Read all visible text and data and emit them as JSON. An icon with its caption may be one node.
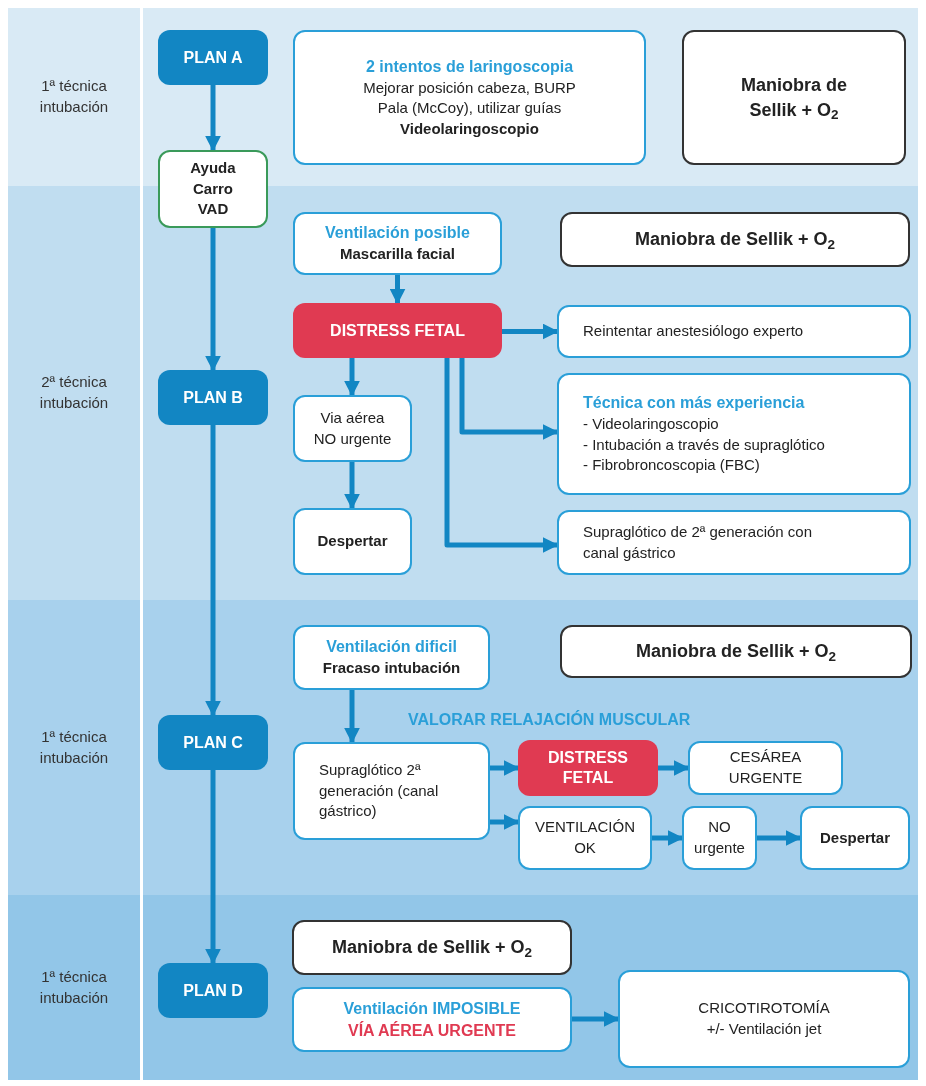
{
  "diagram": {
    "nodes": [
      {
        "text": [
          "1ª técnica intubación"
        ]
      },
      {
        "text": [
          "PLAN A"
        ],
        "in": 0
      },
      {
        "text": [
          "2 intentos de laringoscopia",
          "Mejorar posición cabeza, BURP",
          "Pala (McCoy), utilizar guías",
          "Videolaringoscopio"
        ],
        "in": 0
      },
      {
        "text": [
          "Maniobra de Sellik + O$_{2}$"
        ],
        "in": 0
      },
      {
        "text": [
          "2ª técnica intubación"
        ]
      },
      {
        "text": [
          "Ayuda Carro VAD"
        ]
      },
      {
        "text": [
          "Ventilación posible",
          "Mascarilla facial"
        ],
        "in": 4
      },
      {
        "text": [
          "Maniobra de Sellik + O$_{2}$"
        ],
        "in": 4
      },
      {
        "text": [
          "DISTRESS FETAL"
        ],
        "in": 4
      },
      {
        "text": [
          "PLAN B"
        ],
        "in": 4
      },
      {
        "text": [
          "Reintentar anestesiólogo experto"
        ],
        "in": 4
      },
      {
        "text": [
          "Técnica con más experiencia",
          "- Videolaringoscopio",
          "- Intubación a través de supraglótico",
          "- Fibrobroncoscopia (FBC)"
        ],
        "in": 4
      },
      {
        "text": [
          "Via aérea NO urgente"
        ],
        "in": 4
      },
      {
        "text": [
          "Despertar"
        ],
        "in": 4
      },
      {
        "text": [
          "Supraglótico de 2ª generación con canal gástrico"
        ],
        "in": 4
      },
      {
        "text": [
          "1ª técnica intubación"
        ]
      },
      {
        "text": [
          "Ventilación dificil",
          "Fracaso intubación"
        ],
        "in": 15
      },
      {
        "text": [
          "Maniobra de Sellik + O$_{2}$"
        ],
        "in": 15
      },
      {
        "text": [
          "PLAN C"
        ],
        "in": 15
      },
      {
        "text": [
          "Supraglótico 2ª generación (canal gástrico)"
        ],
        "in": 15
      },
      {
        "text": [
          "DISTRESS FETAL"
        ],
        "in": 15
      },
      {
        "text": [
          "CESÁREA URGENTE"
        ],
        "in": 15
      },
      {
        "text": [
          "VENTILACIÓN OK"
        ],
        "in": 15
      },
      {
        "text": [
          "NO urgente"
        ],
        "in": 15
      },
      {
        "text": [
          "Despertar"
        ],
        "in": 15
      },
      {
        "text": [
          "1ª técnica intubación"
        ]
      },
      {
        "text": [
          "Maniobra de Sellik + O$_{2}$"
        ],
        "in": 25
      },
      {
        "text": [
          "Ventilación IMPOSIBLE",
          "VÍA AÉREA URGENTE"
        ],
        "in": 25
      },
      {
        "text": [
          "PLAN D"
        ],
        "in": 25
      },
      {
        "text": [
          "CRICOTIROTOMÍA",
          "+/- Ventilación jet"
        ],
        "in": 25
      }
    ],
    "edges": [
      {
        "from": 1,
        "to": 5,
        "arrow": "to"
      },
      {
        "from": 5,
        "to": 9,
        "arrow": "to"
      },
      {
        "from": 9,
        "to": 18,
        "arrow": "to"
      },
      {
        "from": 18,
        "to": 28,
        "arrow": "to"
      },
      {
        "from": 6,
        "to": 8,
        "arrow": "to"
      },
      {
        "from": 8,
        "to": 10,
        "arrow": "to"
      },
      {
        "from": 8,
        "to": 11,
        "arrow": "to"
      },
      {
        "from": 8,
        "to": 14,
        "arrow": "to"
      },
      {
        "from": 8,
        "to": 12,
        "arrow": "to"
      },
      {
        "from": 12,
        "to": 13,
        "arrow": "to"
      },
      {
        "from": 16,
        "to": 19,
        "arrow": "to"
      },
      {
        "from": 19,
        "to": 20,
        "arrow": "to"
      },
      {
        "from": 19,
        "to": 22,
        "arrow": "to"
      },
      {
        "from": 20,
        "to": 21,
        "arrow": "to"
      },
      {
        "from": 22,
        "to": 23,
        "arrow": "to"
      },
      {
        "from": 23,
        "to": 24,
        "arrow": "to"
      },
      {
        "from": 27,
        "to": 29,
        "arrow": "to"
      }
    ],
    "labels": [
      "VALORAR RELAJACIÓN MUSCULAR"
    ]
  }
}
